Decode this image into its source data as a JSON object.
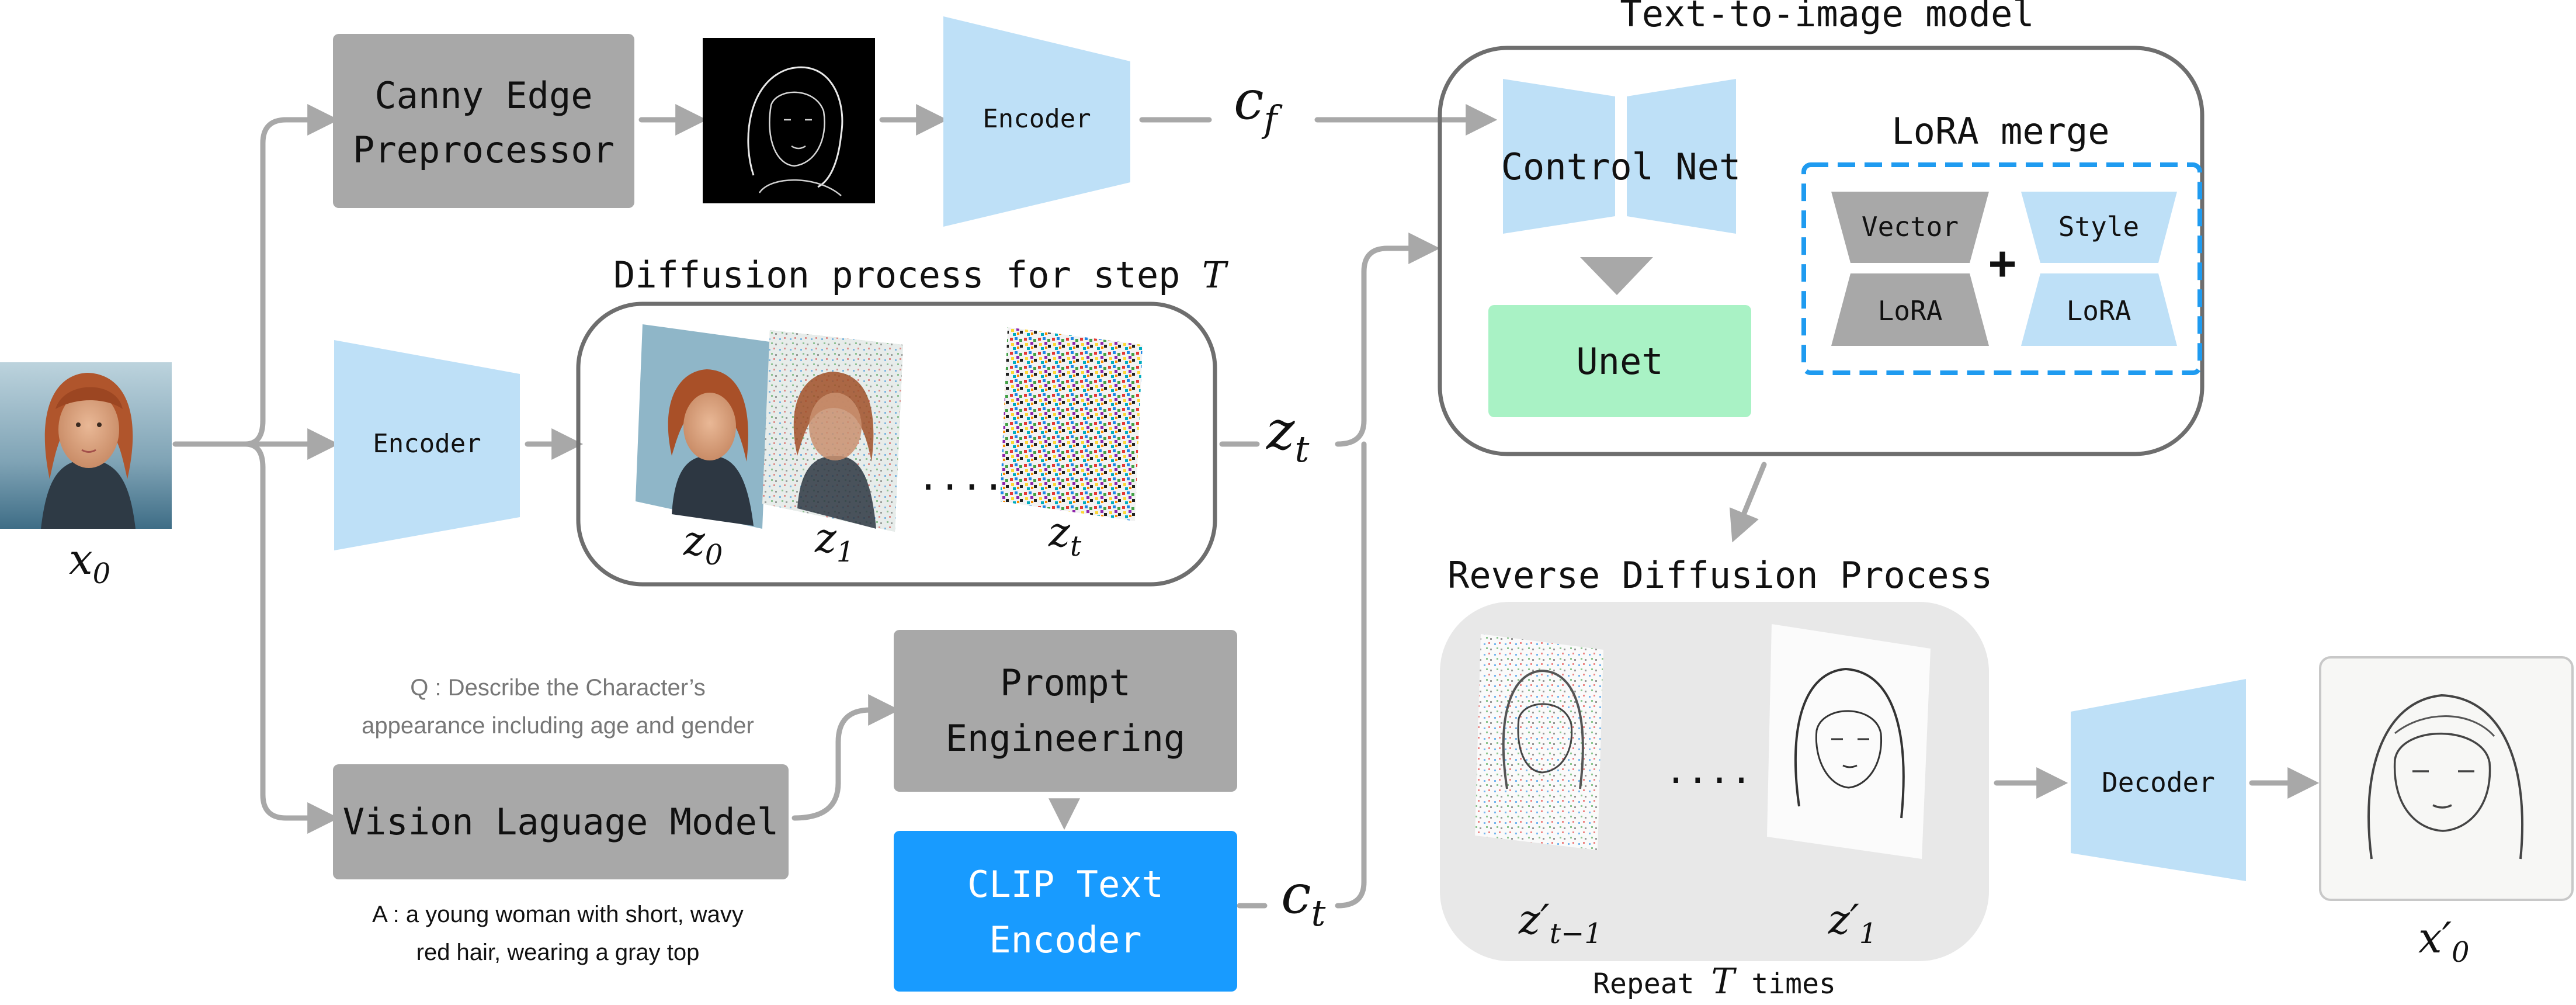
{
  "colors": {
    "gray_box": "#a8a8a8",
    "light_blue": "#bee0f7",
    "bright_blue": "#189bff",
    "green": "#a9f2c5",
    "frame": "#6e6e6e",
    "dashed_blue": "#1f9bf0",
    "arrow": "#a8a8a8",
    "reverse_bg": "#e8e8e8"
  },
  "input": {
    "symbol": "x",
    "sub": "0"
  },
  "canny": {
    "line1": "Canny Edge",
    "line2": "Preprocessor"
  },
  "encoder_top": {
    "label": "Encoder",
    "symbol": "c",
    "sub": "f"
  },
  "encoder_mid": {
    "label": "Encoder"
  },
  "diffusion": {
    "title": "Diffusion process for step ",
    "title_var": "T",
    "frames": [
      {
        "symbol": "z",
        "sub": "0"
      },
      {
        "symbol": "z",
        "sub": "1"
      },
      {
        "symbol": "z",
        "sub": "t"
      }
    ],
    "ellipsis": "....",
    "output": {
      "symbol": "z",
      "sub": "t"
    }
  },
  "vlm": {
    "question_line1": "Q : Describe the Character’s",
    "question_line2": "appearance including age and gender",
    "label": "Vision Laguage Model",
    "answer_line1": "A : a young woman with short, wavy",
    "answer_line2": "red hair, wearing a gray top"
  },
  "prompt": {
    "line1": "Prompt",
    "line2": "Engineering"
  },
  "clip": {
    "line1": "CLIP Text",
    "line2": "Encoder",
    "symbol": "c",
    "sub": "t"
  },
  "t2i": {
    "title": "Text-to-image model",
    "controlnet": "Control Net",
    "unet": "Unet",
    "lora_merge": {
      "title": "LoRA merge",
      "left_top": "Vector",
      "left_bottom": "LoRA",
      "plus": "+",
      "right_top": "Style",
      "right_bottom": "LoRA"
    }
  },
  "reverse": {
    "title": "Reverse Diffusion Process",
    "frames": [
      {
        "symbol": "z′",
        "sub": "t−1"
      },
      {
        "symbol": "z′",
        "sub": "1"
      }
    ],
    "ellipsis": "....",
    "footer_pre": "Repeat ",
    "footer_var": "T",
    "footer_post": " times"
  },
  "decoder": {
    "label": "Decoder"
  },
  "output": {
    "symbol": "x′",
    "sub": "0"
  }
}
